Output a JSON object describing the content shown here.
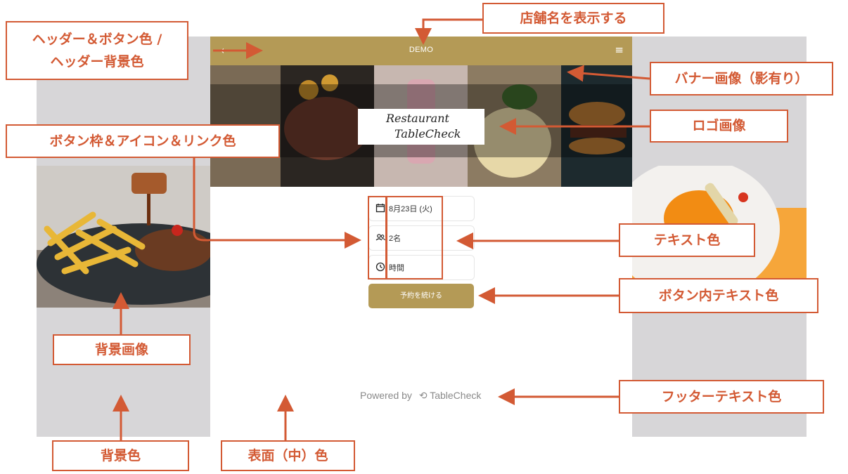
{
  "header": {
    "title": "DEMO",
    "back_icon": "chevron-left-icon",
    "menu_icon": "hamburger-menu-icon"
  },
  "banner": {
    "logo_line1": "Restaurant",
    "logo_line2": "TableCheck"
  },
  "form": {
    "date": "8月23日 (火)",
    "party": "2名",
    "time": "時間",
    "continue_label": "予約を続ける"
  },
  "footer": {
    "powered_by": "Powered by",
    "brand": "TableCheck"
  },
  "annotations": {
    "store_name": "店舗名を表示する",
    "header_color_l1": "ヘッダー＆ボタン色 /",
    "header_color_l2": "ヘッダー背景色",
    "banner_image": "バナー画像（影有り）",
    "logo_image": "ロゴ画像",
    "button_frame": "ボタン枠＆アイコン＆リンク色",
    "text_color": "テキスト色",
    "button_text_color": "ボタン内テキスト色",
    "footer_text_color": "フッターテキスト色",
    "background_image": "背景画像",
    "background_color": "背景色",
    "surface_color": "表面（中）色"
  },
  "colors": {
    "accent": "#b49a56",
    "annotation": "#d35a34",
    "background": "#d7d6d8",
    "surface": "#ffffff"
  }
}
